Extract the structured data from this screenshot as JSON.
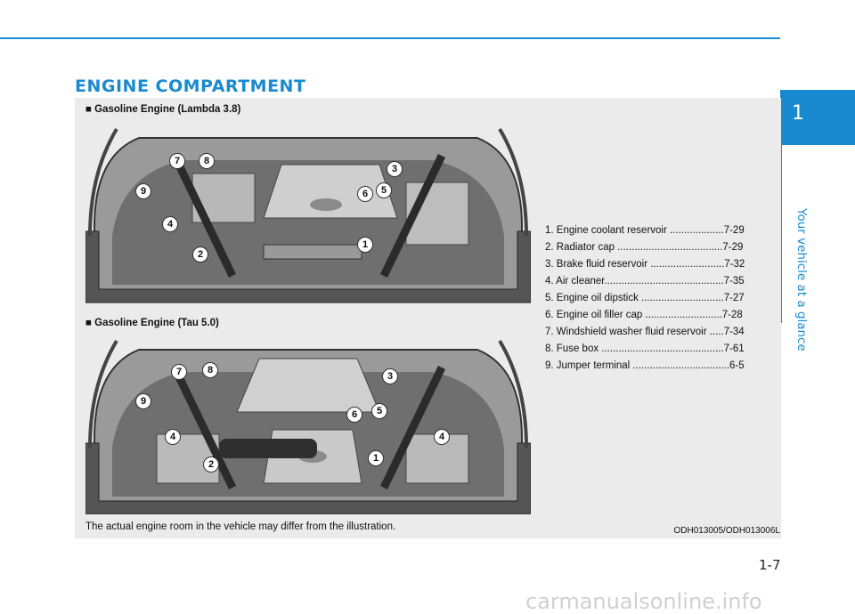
{
  "page": {
    "title": "ENGINE COMPARTMENT",
    "chapter_number": "1",
    "chapter_label": "Your vehicle at a glance",
    "page_number": "1-7"
  },
  "sections": [
    {
      "heading": "■ Gasoline Engine (Lambda 3.8)",
      "callouts": [
        "7",
        "8",
        "3",
        "9",
        "6",
        "5",
        "4",
        "1",
        "2"
      ]
    },
    {
      "heading": "■ Gasoline Engine (Tau 5.0)",
      "callouts": [
        "7",
        "8",
        "3",
        "9",
        "6",
        "5",
        "4",
        "4",
        "2",
        "1"
      ]
    }
  ],
  "legend": [
    "1. Engine coolant reservoir ...................7-29",
    "2. Radiator cap .....................................7-29",
    "3. Brake fluid reservoir ..........................7-32",
    "4. Air cleaner..........................................7-35",
    "5. Engine oil dipstick .............................7-27",
    "6. Engine oil filler cap ...........................7-28",
    "7. Windshield washer fluid reservoir .....7-34",
    "8. Fuse box ...........................................7-61",
    "9. Jumper terminal ..................................6-5"
  ],
  "footnote": "The actual engine room in the vehicle may differ from the illustration.",
  "figure_code": "ODH013005/ODH013006L",
  "watermark": "carmanualsonline.info",
  "colors": {
    "accent": "#1a8ad0",
    "panel": "#ebebeb"
  }
}
